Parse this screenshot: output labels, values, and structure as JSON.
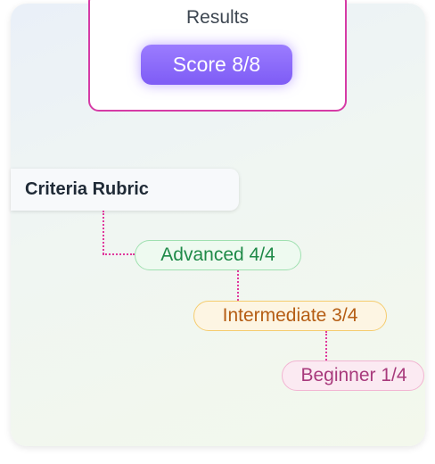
{
  "results": {
    "title": "Results",
    "score_label": "Score 8/8"
  },
  "rubric": {
    "title": "Criteria Rubric",
    "levels": [
      {
        "label": "Advanced 4/4",
        "color": "#1f8a48"
      },
      {
        "label": "Intermediate 3/4",
        "color": "#b55d14"
      },
      {
        "label": "Beginner 1/4",
        "color": "#a83a7c"
      }
    ]
  },
  "colors": {
    "accent_border": "#d63ba6",
    "score_bg": "#8a6bfb",
    "connector": "#e0399d"
  }
}
